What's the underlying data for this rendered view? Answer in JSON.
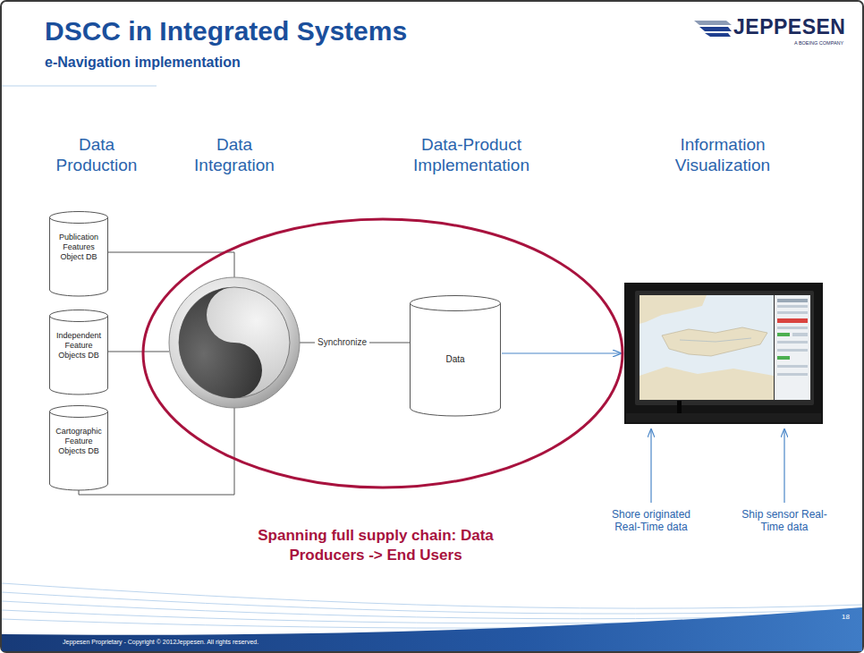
{
  "diagram": {
    "title": "DSCC in Integrated Systems",
    "nodes": [
      {
        "text": [
          "Publication Features Object DB"
        ]
      },
      {
        "text": [
          "Independent Feature Objects DB"
        ]
      },
      {
        "text": [
          "Cartographic Feature Objects DB"
        ]
      },
      {
        "text": [
          "Data"
        ]
      }
    ],
    "labels": [
      "e-Navigation implementation",
      "JEPPESEN",
      "A BOEING COMPANY",
      "Data Production",
      "Data Integration",
      "Data-Product Implementation",
      "Information Visualization",
      "Synchronize",
      "Shore originated Real-Time data",
      "Ship sensor Real-Time data",
      "Spanning full supply chain: Data Producers -> End Users",
      "18",
      "Jeppesen Proprietary - Copyright © 2012Jeppesen. All rights reserved."
    ]
  }
}
